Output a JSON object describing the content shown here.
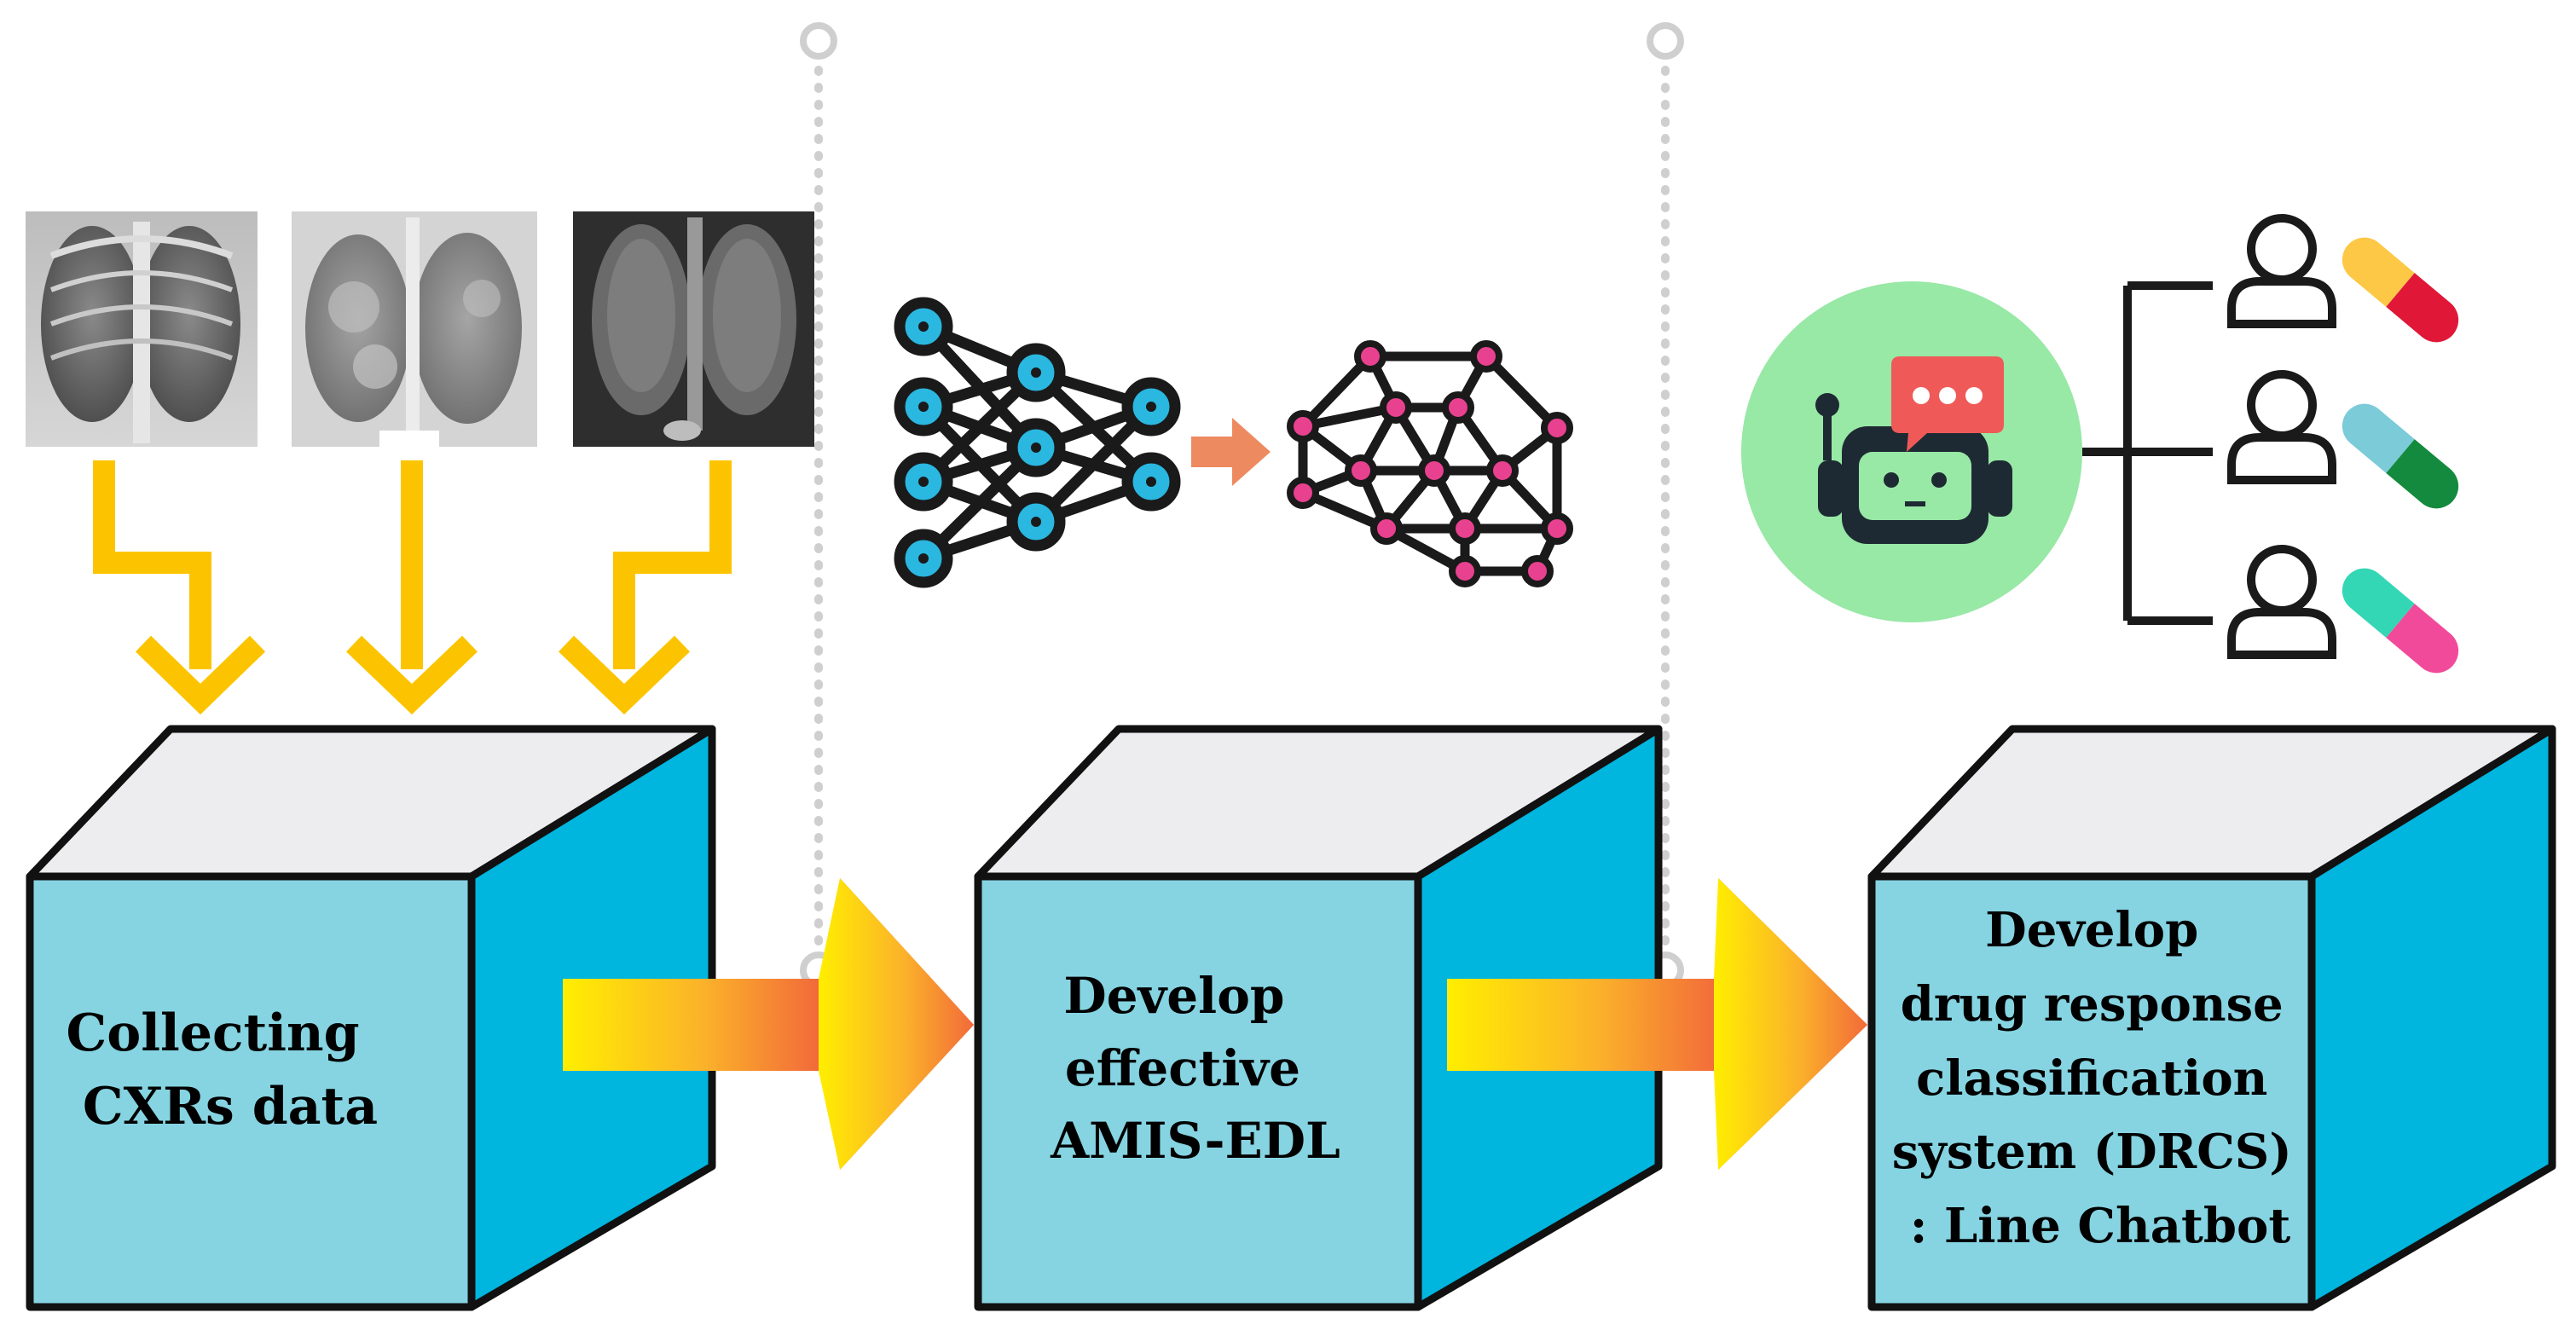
{
  "stages": [
    {
      "label_lines": [
        "Collecting",
        "CXRs data"
      ]
    },
    {
      "label_lines": [
        "Develop",
        "effective",
        "AMIS-EDL"
      ]
    },
    {
      "label_lines": [
        "Develop",
        "drug response",
        "classification",
        "system (DRCS)",
        ": Line Chatbot"
      ]
    }
  ],
  "colors": {
    "cube_front": "#86d4e2",
    "cube_side": "#00b5de",
    "cube_top": "#ededef",
    "collect_arrow": "#fcc400",
    "flow_arrow_start": "#ffee00",
    "flow_arrow_end": "#f26a3a",
    "nn_node": "#2ab7e0",
    "brain_node": "#e8418f",
    "chatbot_bg": "#98e8a6",
    "chatbot_robot": "#1e2a33",
    "chat_bubble": "#ef5a58",
    "mini_arrow": "#ee8a5f",
    "pills": [
      [
        "#fdc846",
        "#e01736"
      ],
      [
        "#7bcbd9",
        "#138a3d"
      ],
      [
        "#33d6b5",
        "#f24a9a"
      ]
    ]
  },
  "icons": [
    "xray-image",
    "neural-network-icon",
    "brain-network-icon",
    "chatbot-icon",
    "user-icon",
    "pill-icon"
  ]
}
